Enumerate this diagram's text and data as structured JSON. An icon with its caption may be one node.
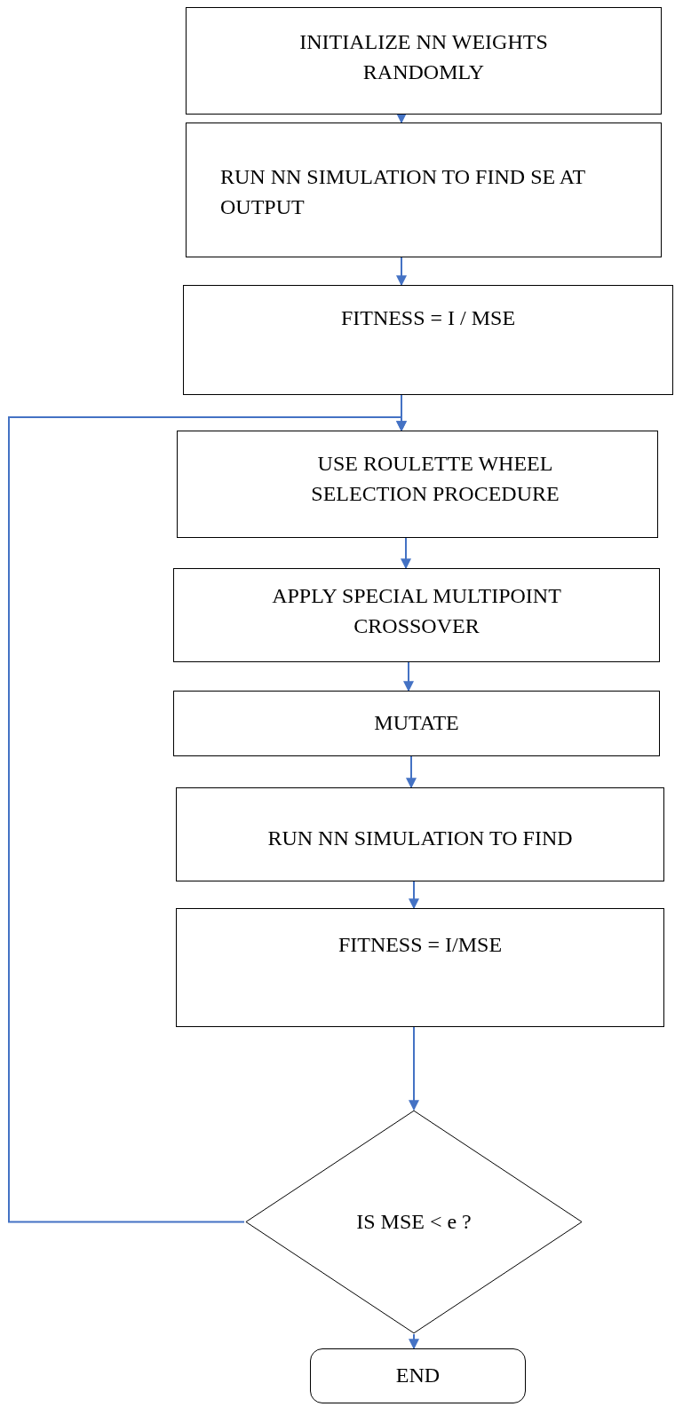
{
  "diagram": {
    "nodes": [
      {
        "text": [
          "INITIALIZE NN WEIGHTS RANDOMLY"
        ]
      },
      {
        "text": [
          "RUN NN SIMULATION TO FIND SE AT OUTPUT"
        ]
      },
      {
        "text": [
          "FITNESS = I / MSE"
        ]
      },
      {
        "text": [
          "USE ROULETTE WHEEL SELECTION PROCEDURE"
        ]
      },
      {
        "text": [
          "APPLY SPECIAL MULTIPOINT CROSSOVER"
        ]
      },
      {
        "text": [
          "MUTATE"
        ]
      },
      {
        "text": [
          "RUN NN SIMULATION TO FIND"
        ]
      },
      {
        "text": [
          "FITNESS = I/MSE"
        ]
      },
      {
        "text": [
          "IS MSE < e ?"
        ]
      },
      {
        "text": [
          "END"
        ]
      }
    ],
    "edges": [
      {
        "from": 0,
        "to": 1,
        "arrow": "to"
      },
      {
        "from": 1,
        "to": 2,
        "arrow": "to"
      },
      {
        "from": 2,
        "to": 3,
        "arrow": "to"
      },
      {
        "from": 3,
        "to": 4,
        "arrow": "to"
      },
      {
        "from": 4,
        "to": 5,
        "arrow": "to"
      },
      {
        "from": 5,
        "to": 6,
        "arrow": "to"
      },
      {
        "from": 6,
        "to": 7,
        "arrow": "to"
      },
      {
        "from": 7,
        "to": 8,
        "arrow": "to"
      },
      {
        "from": 8,
        "to": 3,
        "arrow": "to"
      },
      {
        "from": 8,
        "to": 9,
        "arrow": "to"
      }
    ]
  }
}
